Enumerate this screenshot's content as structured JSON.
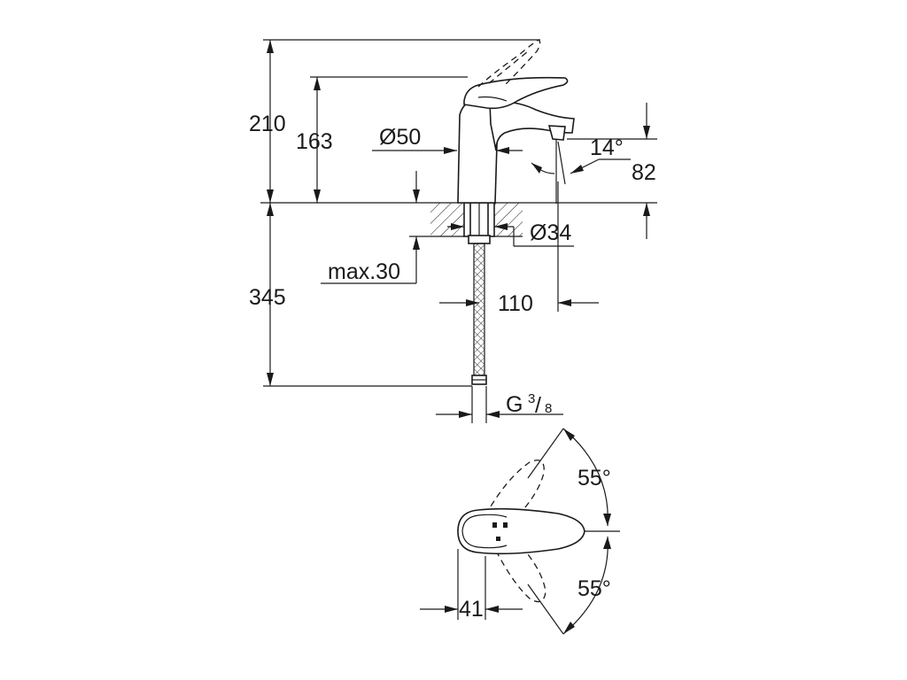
{
  "dimensions": {
    "total_height": "210",
    "spout_height": "163",
    "body_diameter": "Ø50",
    "spout_angle": "14°",
    "spout_to_deck": "82",
    "hole_diameter": "Ø34",
    "max_deck_thickness": "max.30",
    "below_deck_length": "345",
    "reach": "110",
    "thread_main": "G",
    "thread_num": "3",
    "thread_den": "8",
    "lever_angle_upper": "55°",
    "lever_angle_lower": "55°",
    "lever_width": "41"
  }
}
